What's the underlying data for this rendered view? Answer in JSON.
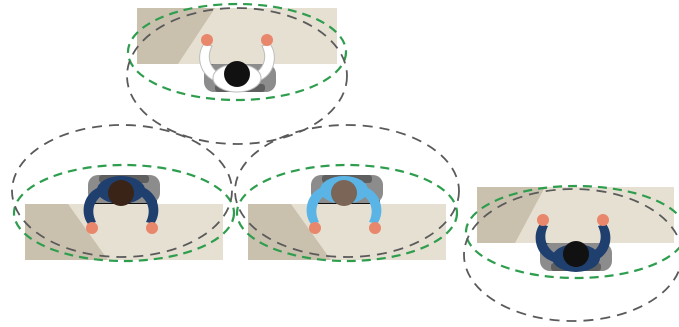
{
  "colors": {
    "background": "#ffffff",
    "desk": "#e6e0d2",
    "desk_shadow": "#c9c0ae",
    "chair": "#8c8c8c",
    "chair_dark": "#5f5f5f",
    "hands": "#e8876b",
    "keyboard": "#111111",
    "outer_boundary": "#5a5a5a",
    "inner_boundary": "#2e9e4e"
  },
  "workstations": [
    {
      "id": "top",
      "shirt_color": "#ffffff",
      "hair_color": "#111111",
      "facing": "up"
    },
    {
      "id": "left",
      "shirt_color": "#1f3f6f",
      "hair_color": "#3a2418",
      "facing": "down"
    },
    {
      "id": "middle",
      "shirt_color": "#5bb4e6",
      "hair_color": "#7a6556",
      "facing": "down"
    },
    {
      "id": "right",
      "shirt_color": "#1f3f6f",
      "hair_color": "#111111",
      "facing": "up"
    }
  ]
}
